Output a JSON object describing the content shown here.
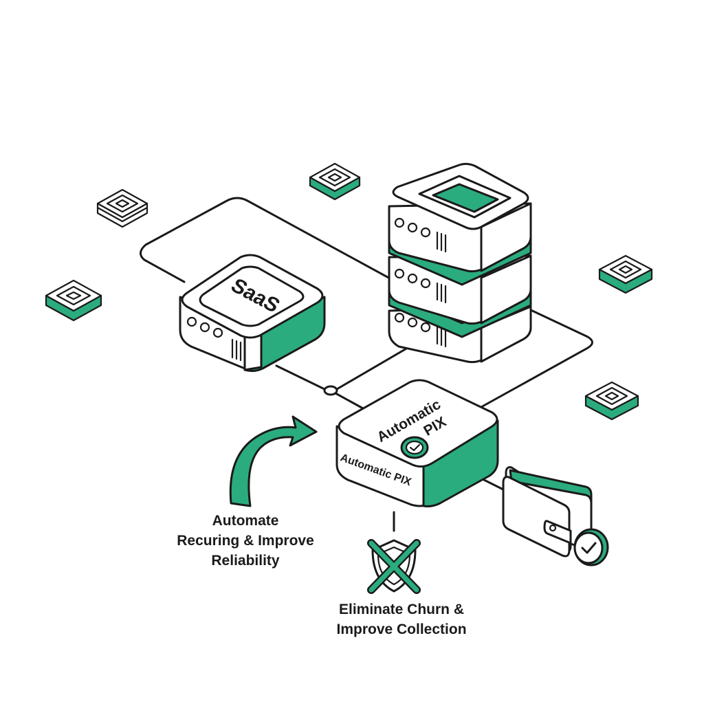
{
  "colors": {
    "accent": "#2bac7e",
    "ink": "#1a1a1a",
    "background": "#ffffff"
  },
  "nodes": {
    "saas_label": "SaaS",
    "pix_top_label_line1": "Automatic",
    "pix_top_label_line2": "PIX",
    "pix_side_label": "Automatic PIX"
  },
  "captions": {
    "automate_line1": "Automate",
    "automate_line2": "Recuring & Improve",
    "automate_line3": "Reliability",
    "eliminate_line1": "Eliminate Churn &",
    "eliminate_line2": "Improve Collection"
  },
  "icons": {
    "curved_arrow": "curved-arrow-icon",
    "shield": "shield-icon",
    "cross": "x-mark-icon",
    "wallet": "wallet-icon",
    "check_badge": "check-badge-icon",
    "clock_check": "check-circle-icon",
    "floating_tiles": "module-tile-icon"
  }
}
